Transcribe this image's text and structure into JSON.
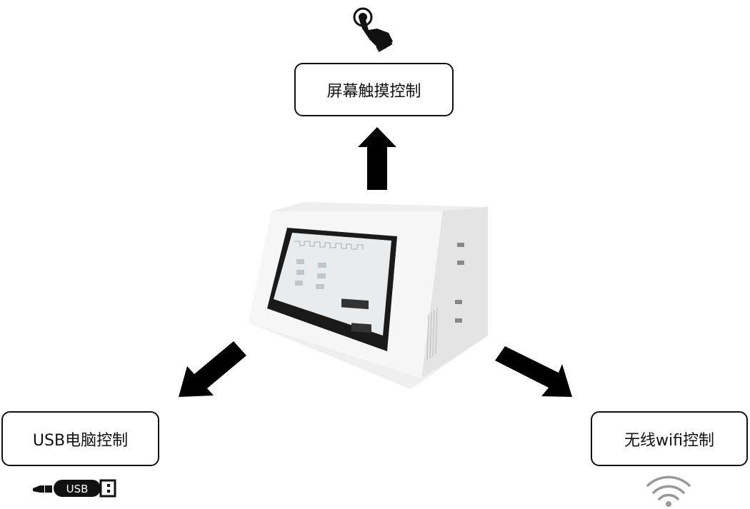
{
  "labels": {
    "touch": "屏幕触摸控制",
    "usb": "USB电脑控制",
    "wifi": "无线wifi控制"
  },
  "icons": {
    "touch": "hand-pointer-icon",
    "usb": "usb-stick-icon",
    "usb_logo_text": "USB",
    "wifi": "wifi-icon"
  },
  "colors": {
    "arrow": "#000000",
    "device": "#f2f2f2",
    "screen_bezel": "#1a1a1a"
  }
}
